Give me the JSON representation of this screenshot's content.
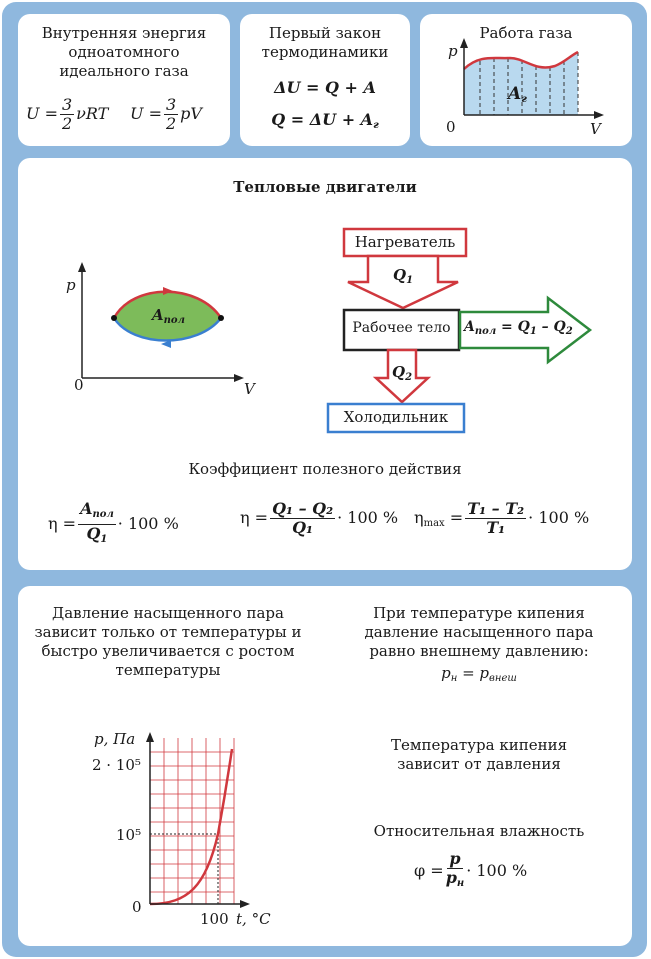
{
  "internal_energy": {
    "title": "Внутренняя энергия одноатомного идеального газа",
    "f1_lhs": "U =",
    "f1_num": "3",
    "f1_den": "2",
    "f1_rhs": "νRT",
    "f2_lhs": "U =",
    "f2_num": "3",
    "f2_den": "2",
    "f2_rhs": "pV"
  },
  "first_law": {
    "title": "Первый закон термодинамики",
    "f1": "ΔU = Q + A",
    "f2": "Q = ΔU + A",
    "f2_sub": "г"
  },
  "gas_work": {
    "title": "Работа газа",
    "y_axis": "p",
    "x_axis": "V",
    "origin": "0",
    "area_label": "A",
    "area_sub": "г"
  },
  "heat_engines": {
    "title": "Тепловые двигатели",
    "cycle": {
      "y_axis": "p",
      "x_axis": "V",
      "origin": "0",
      "area_label": "A",
      "area_sub": "пол"
    },
    "heater": "Нагреватель",
    "q1": "Q",
    "q1_sub": "1",
    "working_body": "Рабочее тело",
    "work_formula_a": "A",
    "work_formula_sub": "пол",
    "work_formula_rhs": "= Q",
    "work_rhs_sub1": "1",
    "work_minus": " – Q",
    "work_rhs_sub2": "2",
    "q2": "Q",
    "q2_sub": "2",
    "cooler": "Холодильник",
    "efficiency_title": "Коэффициент полезного действия",
    "eta1": {
      "lhs": "η =",
      "num": "A",
      "num_sub": "пол",
      "den": "Q",
      "den_sub": "1",
      "tail": "· 100 %"
    },
    "eta2": {
      "lhs": "η =",
      "num": "Q₁ – Q₂",
      "den": "Q₁",
      "tail": "· 100 %"
    },
    "eta3": {
      "lhs": "η",
      "lhs_sub": "max",
      "eq": "=",
      "num": "T₁ – T₂",
      "den": "T₁",
      "tail": "· 100 %"
    }
  },
  "vapor": {
    "left_text": "Давление насыщенного пара зависит только от температуры и быстро увеличивается с ростом температуры",
    "right_text1": "При температуре кипения давление насыщенного пара равно внешнему давлению:",
    "pressure_eq": "p",
    "pressure_sub1": "н",
    "pressure_eq_mid": " = p",
    "pressure_sub2": "внеш",
    "right_text2": "Температура кипения зависит от давления",
    "humidity_title": "Относительная влажность",
    "humidity": {
      "lhs": "φ =",
      "num": "p",
      "den": "p",
      "den_sub": "н",
      "tail": "· 100 %"
    },
    "graph": {
      "y_axis": "p, Па",
      "x_axis": "t, °C",
      "y_tick_top": "2 · 10⁵",
      "y_tick_mid": "10⁵",
      "origin": "0",
      "x_tick": "100"
    }
  },
  "colors": {
    "background": "#8fb8de",
    "curve": "#d0383e",
    "area": "#b9d9ef",
    "green": "#7dbb5a"
  }
}
